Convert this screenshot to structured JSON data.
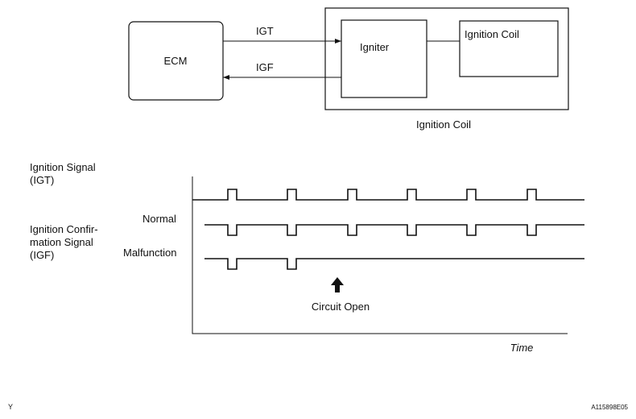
{
  "diagram": {
    "ecm_label": "ECM",
    "igt_label": "IGT",
    "igf_label": "IGF",
    "igniter_label": "Igniter",
    "inner_coil_label": "Ignition Coil",
    "outer_coil_label": "Ignition Coil"
  },
  "timing": {
    "igt_label_line1": "Ignition Signal",
    "igt_label_line2": "(IGT)",
    "igf_label_line1": "Ignition Confir-",
    "igf_label_line2": "mation Signal",
    "igf_label_line3": "(IGF)",
    "normal_label": "Normal",
    "malfunction_label": "Malfunction",
    "circuit_open_label": "Circuit Open",
    "time_label": "Time",
    "igt_pulse_count": 6,
    "normal_pulse_count": 6,
    "malfunction_pulse_count": 2
  },
  "footer": {
    "left_code": "Y",
    "right_code": "A115898E05"
  }
}
